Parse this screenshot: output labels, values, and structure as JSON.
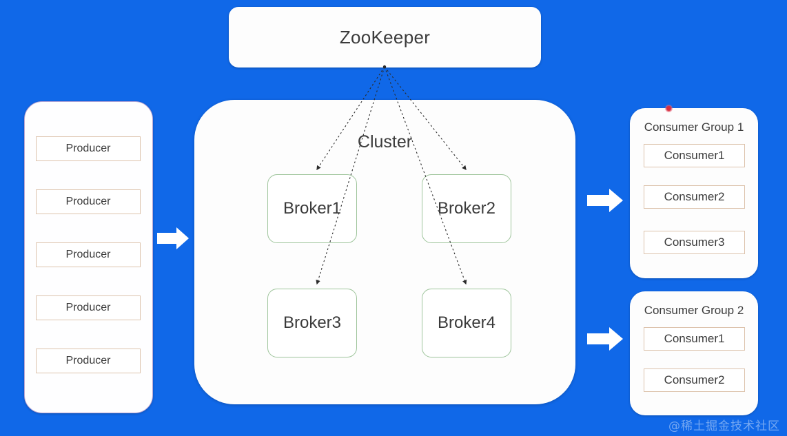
{
  "background_color": "#1068e8",
  "zookeeper": {
    "label": "ZooKeeper"
  },
  "producers": {
    "items": [
      {
        "label": "Producer"
      },
      {
        "label": "Producer"
      },
      {
        "label": "Producer"
      },
      {
        "label": "Producer"
      },
      {
        "label": "Producer"
      }
    ],
    "border_color": "#b9a6d4",
    "item_border_color": "#dcc2ab"
  },
  "cluster": {
    "title": "Cluster",
    "brokers": [
      {
        "label": "Broker1"
      },
      {
        "label": "Broker2"
      },
      {
        "label": "Broker3"
      },
      {
        "label": "Broker4"
      }
    ],
    "broker_border_color": "#9dc49a"
  },
  "consumer_groups": [
    {
      "title": "Consumer Group 1",
      "consumers": [
        {
          "label": "Consumer1"
        },
        {
          "label": "Consumer2"
        },
        {
          "label": "Consumer3"
        }
      ],
      "marker_color": "#d83040"
    },
    {
      "title": "Consumer Group 2",
      "consumers": [
        {
          "label": "Consumer1"
        },
        {
          "label": "Consumer2"
        }
      ]
    }
  ],
  "flow_arrows": [
    {
      "name": "producers-to-cluster"
    },
    {
      "name": "cluster-to-consumer-group-1"
    },
    {
      "name": "cluster-to-consumer-group-2"
    }
  ],
  "zookeeper_links": [
    {
      "name": "zookeeper-to-broker1"
    },
    {
      "name": "zookeeper-to-broker2"
    },
    {
      "name": "zookeeper-to-broker3"
    },
    {
      "name": "zookeeper-to-broker4"
    }
  ],
  "watermark": {
    "text": "@稀土掘金技术社区"
  }
}
